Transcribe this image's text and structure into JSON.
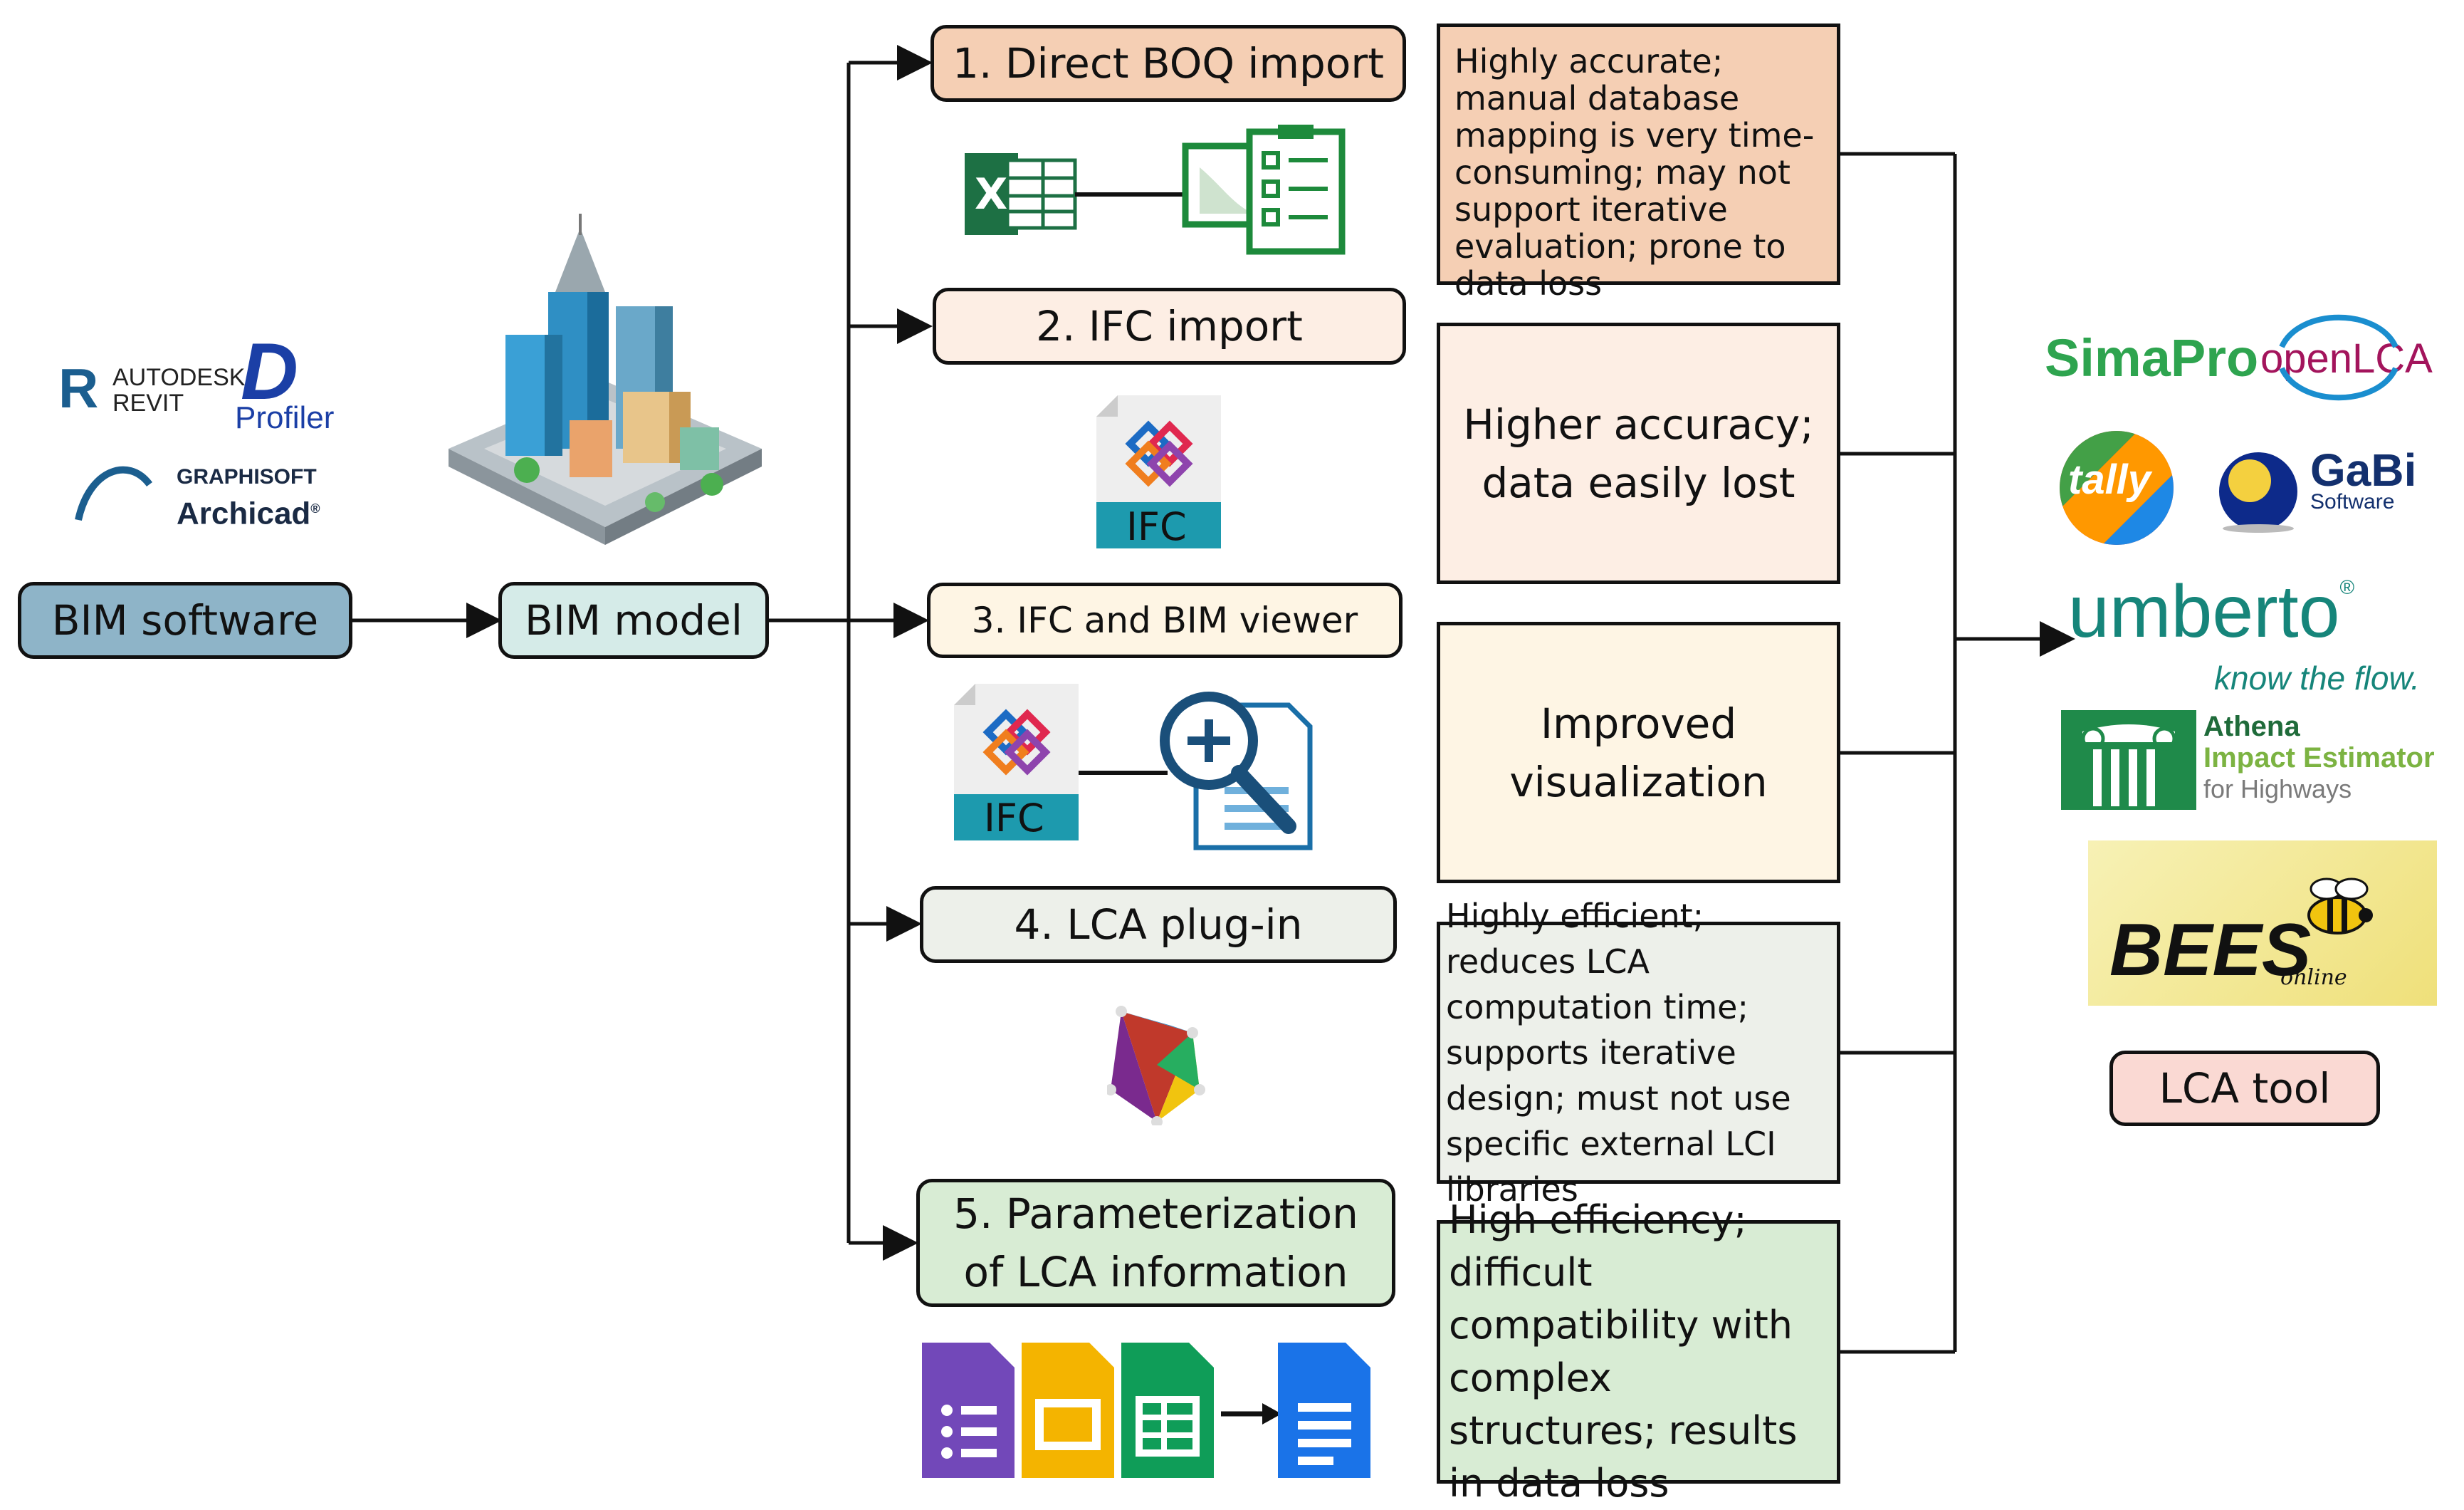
{
  "input": {
    "software_label": "BIM software",
    "model_label": "BIM model",
    "software_logos": {
      "revit_line1": "AUTODESK",
      "revit_line2": "REVIT",
      "revit_mark": "R",
      "profiler_mark": "D",
      "profiler_name": "Profiler",
      "archicad_line1": "GRAPHISOFT",
      "archicad_line2": "Archicad",
      "archicad_reg": "®"
    }
  },
  "methods": [
    {
      "label": "1. Direct BOQ import",
      "fill": "#f5cfb4",
      "description": "Highly accurate; manual database mapping is very time-consuming; may not support iterative evaluation; prone to data loss",
      "desc_fill": "#f5cfb4"
    },
    {
      "label": "2. IFC import",
      "fill": "#fdeee4",
      "description": "Higher accuracy; data easily lost",
      "desc_fill": "#fdeee4"
    },
    {
      "label": "3. IFC and BIM viewer",
      "fill": "#fef5e4",
      "description": "Improved visualization",
      "desc_fill": "#fef5e4"
    },
    {
      "label": "4. LCA plug-in",
      "fill": "#edf0ea",
      "description": "Highly efficient; reduces LCA computation time; supports iterative design; must not use specific external LCI libraries",
      "desc_fill": "#edf0ea"
    },
    {
      "label": "5. Parameterization of LCA information",
      "fill": "#d8ecd4",
      "description": "High efficiency; difficult compatibility with complex structures; results in data loss",
      "desc_fill": "#d8ecd4"
    }
  ],
  "method_icons": {
    "excel_letter": "X",
    "ifc_label": "IFC",
    "ifc_label_2": "IFC"
  },
  "output": {
    "tool_label": "LCA tool",
    "logos": {
      "simapro": "SimaPro",
      "openlca": "openLCA",
      "tally": "tally",
      "gabi": "GaBi",
      "gabi_sub": "Software",
      "umberto": "umberto",
      "umberto_reg": "®",
      "umberto_tag": "know the flow.",
      "athena_1": "Athena",
      "athena_2": "Impact Estimator",
      "athena_3": "for Highways",
      "bees": "BEES",
      "bees_sub": "online"
    }
  },
  "colors": {
    "bim_software_fill": "#8eb4c8",
    "bim_model_fill": "#d5ebe8",
    "lca_tool_fill": "#fad9d3",
    "excel_green": "#1d7044",
    "ifc_teal": "#1d9aae",
    "simapro_green": "#2ea44f",
    "openlca_blue": "#1a8ecf",
    "umberto_teal": "#16857a",
    "athena_green": "#1f8a4a"
  }
}
